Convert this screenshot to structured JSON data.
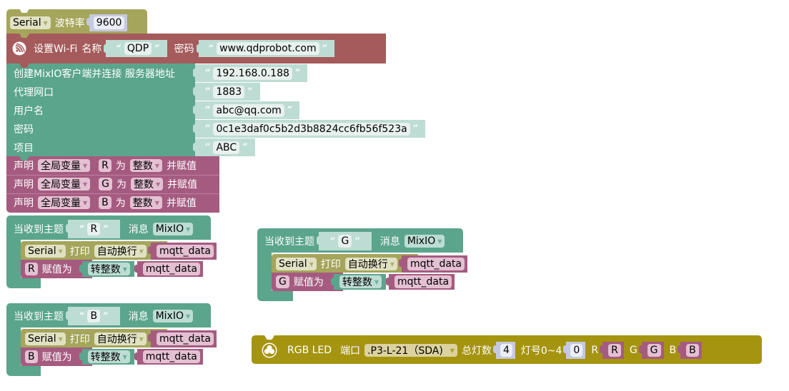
{
  "colors": {
    "serial_block": "#a5a55b",
    "wifi_block": "#a55b5b",
    "mixio_block": "#5ba58c",
    "variable_block": "#a55b80",
    "rgb_block": "#a59410",
    "string_block": "#bddcd4",
    "number_block": "#c5c9e0"
  },
  "serial_baud": {
    "serial_dropdown": "Serial",
    "label": "波特率",
    "value": "9600"
  },
  "wifi": {
    "icon": "wifi-espressif-icon",
    "label": "设置Wi-Fi",
    "name_label": "名称",
    "name_value": "QDP",
    "password_label": "密码",
    "password_value": "www.qdprobot.com"
  },
  "mixio_connect": {
    "server_label": "创建MixIO客户端并连接 服务器地址",
    "server_value": "192.168.0.188",
    "port_label": "代理网口",
    "port_value": "1883",
    "username_label": "用户名",
    "username_value": "abc@qq.com",
    "password_label": "密码",
    "password_value": "0c1e3daf0c5b2d3b8824cc6fb56f523a",
    "project_label": "项目",
    "project_value": "ABC"
  },
  "declarations": [
    {
      "declare": "声明",
      "scope": "全局变量",
      "var": "R",
      "as": "为",
      "type": "整数",
      "assign": "并赋值"
    },
    {
      "declare": "声明",
      "scope": "全局变量",
      "var": "G",
      "as": "为",
      "type": "整数",
      "assign": "并赋值"
    },
    {
      "declare": "声明",
      "scope": "全局变量",
      "var": "B",
      "as": "为",
      "type": "整数",
      "assign": "并赋值"
    }
  ],
  "handlers": [
    {
      "topic_label": "当收到主题",
      "topic": "R",
      "msg_label": "消息",
      "msg_var": "MixIO",
      "serial": "Serial",
      "print": "打印",
      "mode": "自动换行",
      "print_var": "mqtt_data",
      "assign_var": "R",
      "assign_label": "赋值为",
      "convert": "转整数",
      "convert_var": "mqtt_data"
    },
    {
      "topic_label": "当收到主题",
      "topic": "G",
      "msg_label": "消息",
      "msg_var": "MixIO",
      "serial": "Serial",
      "print": "打印",
      "mode": "自动换行",
      "print_var": "mqtt_data",
      "assign_var": "G",
      "assign_label": "赋值为",
      "convert": "转整数",
      "convert_var": "mqtt_data"
    },
    {
      "topic_label": "当收到主题",
      "topic": "B",
      "msg_label": "消息",
      "msg_var": "MixIO",
      "serial": "Serial",
      "print": "打印",
      "mode": "自动换行",
      "print_var": "mqtt_data",
      "assign_var": "B",
      "assign_label": "赋值为",
      "convert": "转整数",
      "convert_var": "mqtt_data"
    }
  ],
  "rgb_led": {
    "icon": "rgb-led-icon",
    "label": "RGB LED",
    "port_label": "端口",
    "port_value": ".P3-L-21（SDA)",
    "count_label": "总灯数",
    "count_value": "4",
    "index_label": "灯号0~4",
    "index_value": "0",
    "r_label": "R",
    "r_var": "R",
    "g_label": "G",
    "g_var": "G",
    "b_label": "B",
    "b_var": "B"
  }
}
